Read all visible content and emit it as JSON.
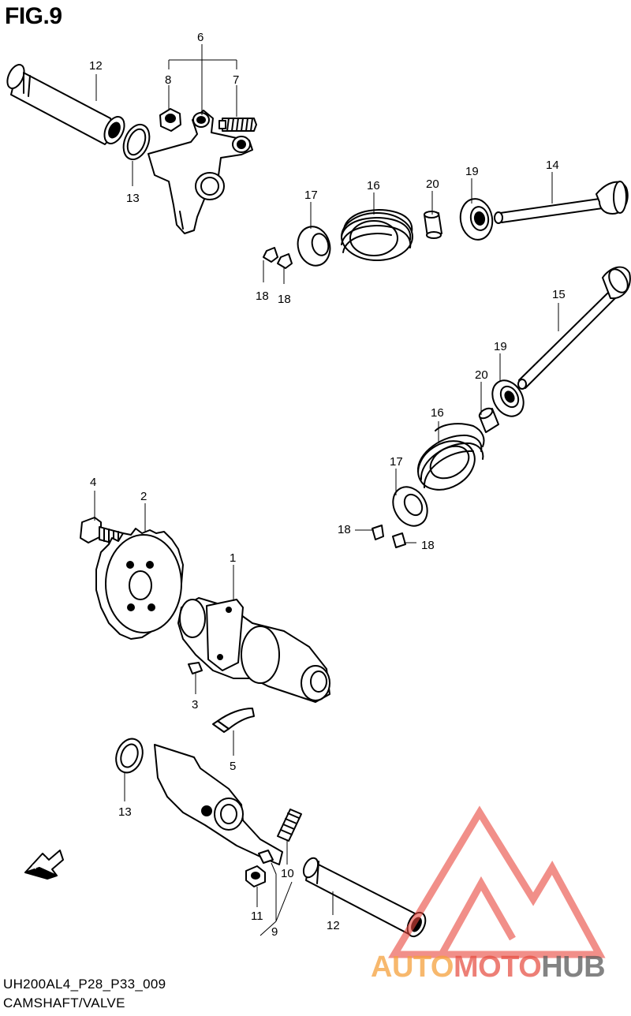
{
  "figure": {
    "title": "FIG.9",
    "code": "UH200AL4_P28_P33_009",
    "name": "CAMSHAFT/VALVE"
  },
  "fwd_label": "FWD",
  "watermark": {
    "part_a": "AUTO",
    "part_b": "MOTO",
    "part_c": "HUB"
  },
  "callouts": {
    "c1": "1",
    "c2": "2",
    "c3": "3",
    "c4": "4",
    "c5": "5",
    "c6": "6",
    "c7": "7",
    "c8": "8",
    "c9": "9",
    "c10": "10",
    "c11": "11",
    "c12a": "12",
    "c12b": "12",
    "c13a": "13",
    "c13b": "13",
    "c14": "14",
    "c15": "15",
    "c16a": "16",
    "c16b": "16",
    "c17a": "17",
    "c17b": "17",
    "c18a": "18",
    "c18b": "18",
    "c18c": "18",
    "c18d": "18",
    "c19a": "19",
    "c19b": "19",
    "c20a": "20",
    "c20b": "20"
  }
}
